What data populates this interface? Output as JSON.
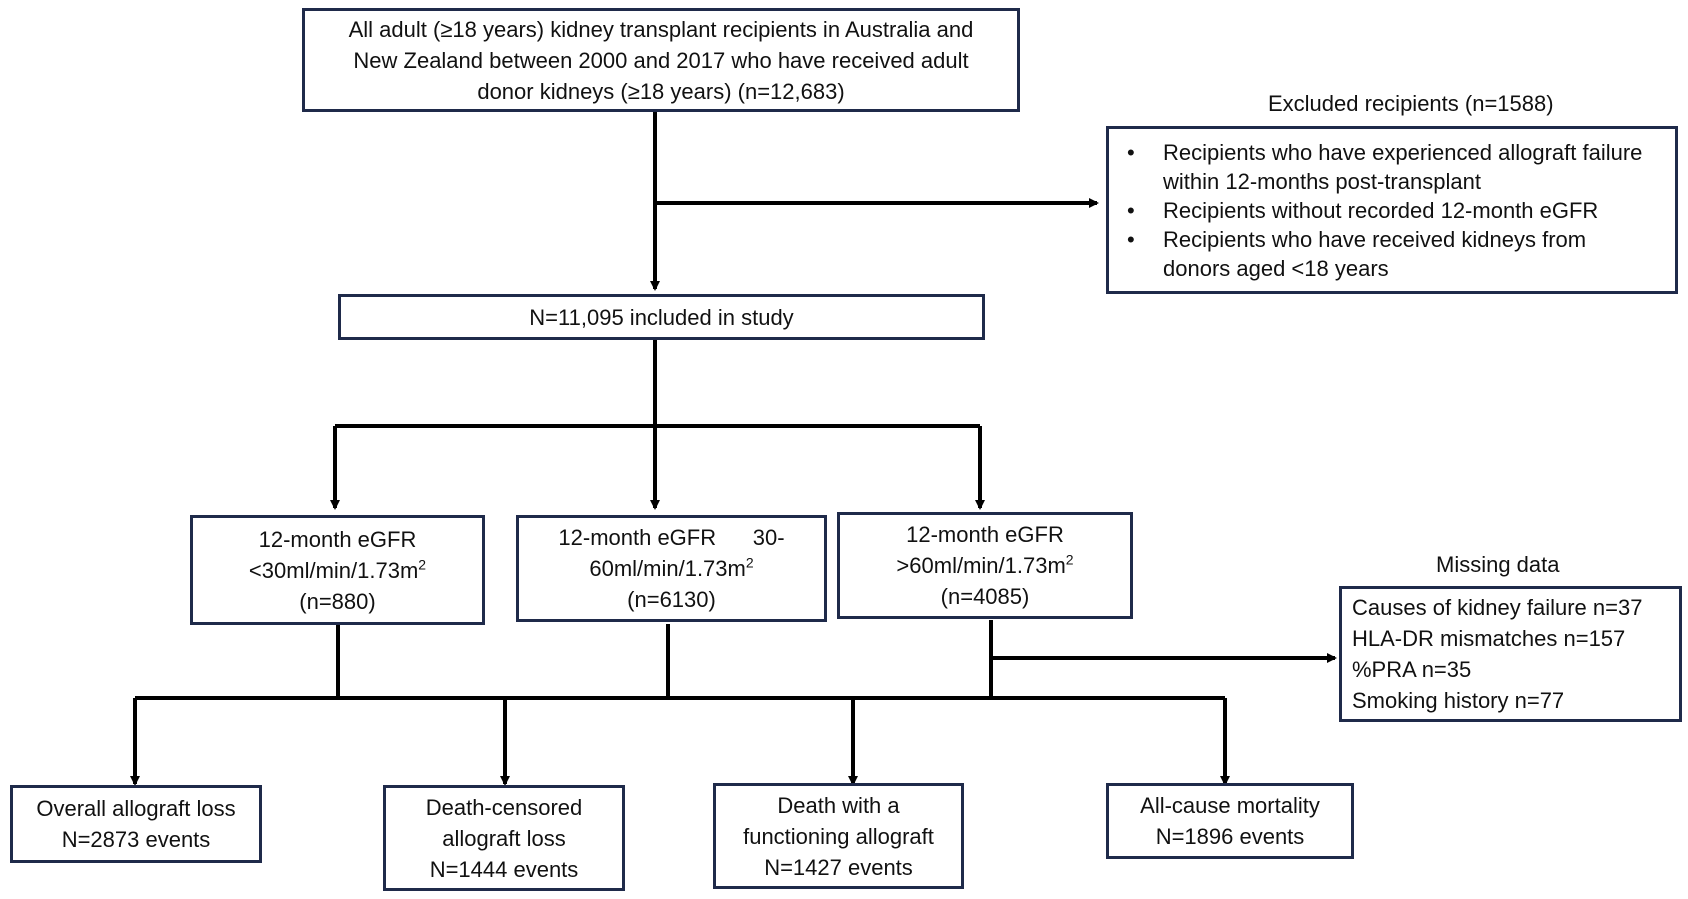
{
  "top_box": {
    "line1": "All adult (≥18 years) kidney transplant recipients in Australia and",
    "line2": "New Zealand between 2000 and 2017 who have received adult",
    "line3": "donor kidneys (≥18 years) (n=12,683)"
  },
  "excluded": {
    "title": "Excluded recipients (n=1588)",
    "items": [
      {
        "line1": "Recipients who have experienced allograft failure",
        "line2": "within 12-months post-transplant"
      },
      {
        "line1": "Recipients without recorded 12-month eGFR",
        "line2": ""
      },
      {
        "line1": "Recipients who have received kidneys from",
        "line2": "donors aged <18 years"
      }
    ]
  },
  "included_box": {
    "text": "N=11,095 included in study"
  },
  "egfr_groups": [
    {
      "line1": "12-month eGFR",
      "line2": "<30ml/min/1.73m",
      "sup": "2",
      "line3": "(n=880)"
    },
    {
      "line1": "12-month eGFR      30-",
      "line2": "60ml/min/1.73m",
      "sup": "2",
      "line3": "(n=6130)"
    },
    {
      "line1": "12-month eGFR",
      "line2": ">60ml/min/1.73m",
      "sup": "2",
      "line3": "(n=4085)"
    }
  ],
  "missing": {
    "title": "Missing data",
    "items": [
      "Causes of kidney failure n=37",
      "HLA-DR mismatches n=157",
      "%PRA n=35",
      "Smoking history n=77"
    ]
  },
  "outcomes": [
    {
      "line1": "Overall allograft loss",
      "line2": "N=2873 events",
      "line3": ""
    },
    {
      "line1": "Death-censored",
      "line2": "allograft loss",
      "line3": "N=1444 events"
    },
    {
      "line1": "Death with a",
      "line2": "functioning allograft",
      "line3": "N=1427 events"
    },
    {
      "line1": "All-cause mortality",
      "line2": "N=1896 events",
      "line3": ""
    }
  ]
}
